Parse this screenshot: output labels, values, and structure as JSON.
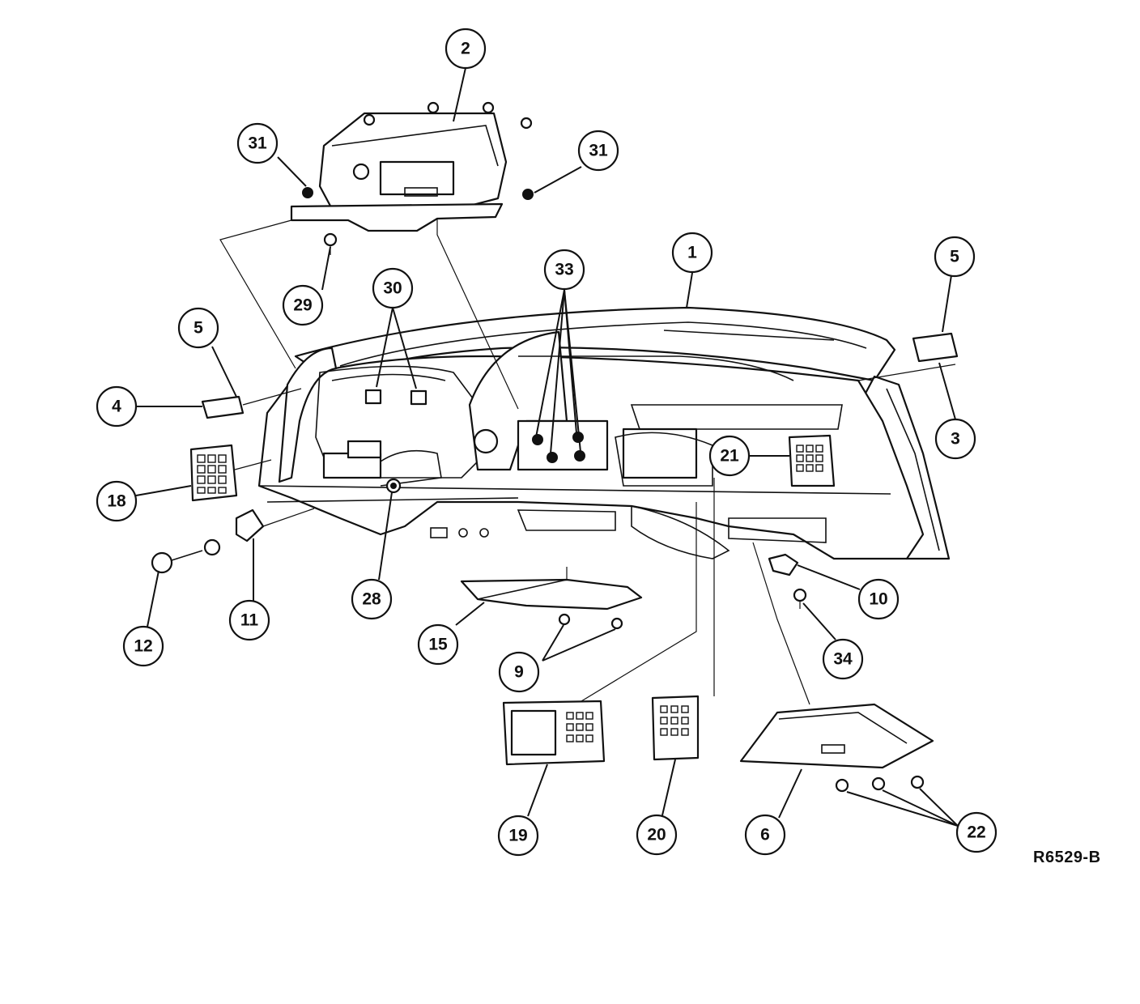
{
  "figure_ref": "R6529-B",
  "callouts": [
    {
      "id": "c1",
      "label": "1"
    },
    {
      "id": "c2",
      "label": "2"
    },
    {
      "id": "c3",
      "label": "3"
    },
    {
      "id": "c4",
      "label": "4"
    },
    {
      "id": "c5a",
      "label": "5"
    },
    {
      "id": "c5b",
      "label": "5"
    },
    {
      "id": "c6",
      "label": "6"
    },
    {
      "id": "c9",
      "label": "9"
    },
    {
      "id": "c10",
      "label": "10"
    },
    {
      "id": "c11",
      "label": "11"
    },
    {
      "id": "c12",
      "label": "12"
    },
    {
      "id": "c15",
      "label": "15"
    },
    {
      "id": "c18",
      "label": "18"
    },
    {
      "id": "c19",
      "label": "19"
    },
    {
      "id": "c20",
      "label": "20"
    },
    {
      "id": "c21",
      "label": "21"
    },
    {
      "id": "c22",
      "label": "22"
    },
    {
      "id": "c28",
      "label": "28"
    },
    {
      "id": "c29",
      "label": "29"
    },
    {
      "id": "c30",
      "label": "30"
    },
    {
      "id": "c31a",
      "label": "31"
    },
    {
      "id": "c31b",
      "label": "31"
    },
    {
      "id": "c33",
      "label": "33"
    },
    {
      "id": "c34",
      "label": "34"
    }
  ]
}
